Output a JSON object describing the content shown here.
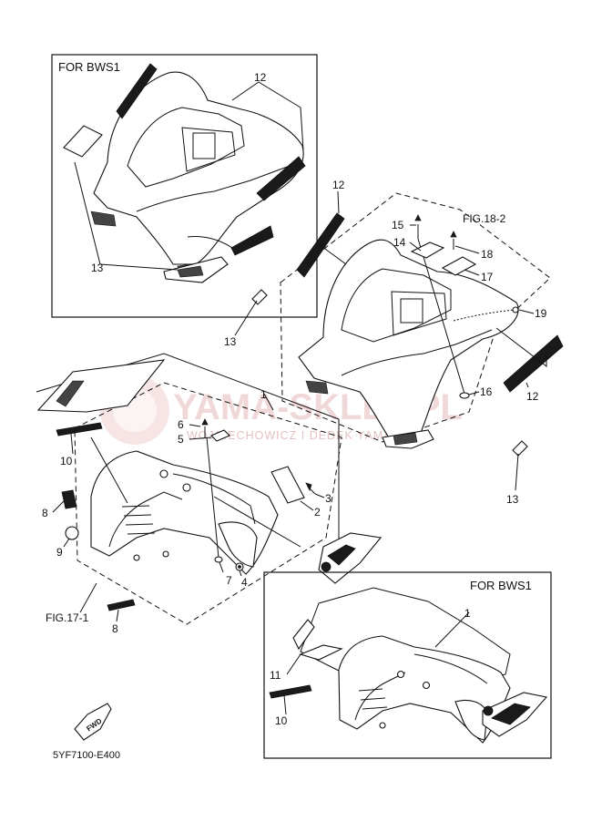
{
  "diagram": {
    "box_labels": {
      "top_left": "FOR  BWS1",
      "bottom_right": "FOR  BWS1"
    },
    "fig_refs": {
      "rear": "FIG.18-2",
      "front": "FIG.17-1"
    },
    "part_code": "5YF7100-E400",
    "watermark": {
      "main": "YAMA-SKLEP.PL",
      "sub": "WOJCIECHOWICZ I DEDEK YAMAHA"
    },
    "fwd_label": "FWD",
    "callouts": {
      "tl_12": "12",
      "tl_13": "13",
      "r_12a": "12",
      "r_15": "15",
      "r_14": "14",
      "r_18": "18",
      "r_17": "17",
      "r_19": "19",
      "r_13a": "13",
      "r_16": "16",
      "r_12b": "12",
      "r_13b": "13",
      "f_1": "1",
      "f_6": "6",
      "f_5": "5",
      "f_10": "10",
      "f_3": "3",
      "f_2": "2",
      "f_8a": "8",
      "f_9": "9",
      "f_7": "7",
      "f_4": "4",
      "f_8b": "8",
      "br_1": "1",
      "br_11": "11",
      "br_10": "10"
    }
  }
}
